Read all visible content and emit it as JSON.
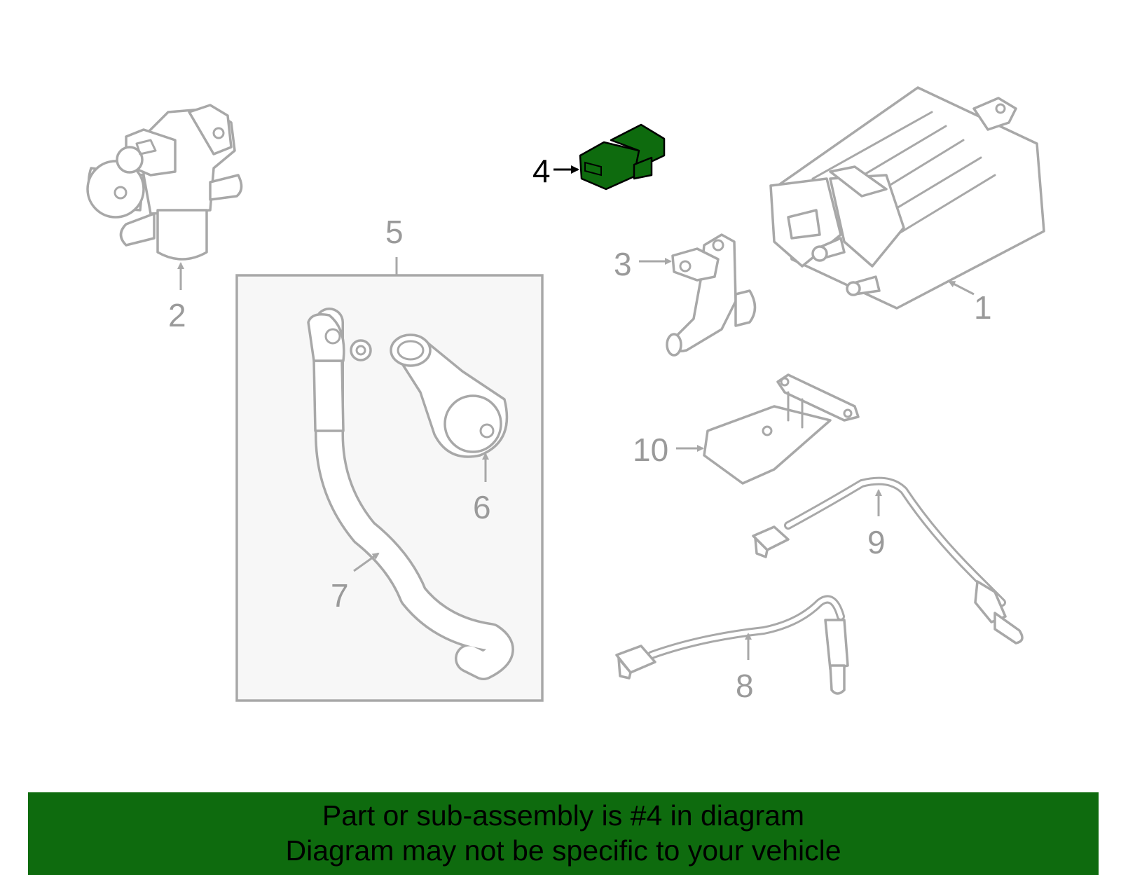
{
  "callouts": {
    "c1": "1",
    "c2": "2",
    "c3": "3",
    "c4": "4",
    "c5": "5",
    "c6": "6",
    "c7": "7",
    "c8": "8",
    "c9": "9",
    "c10": "10"
  },
  "highlight": {
    "part_number": "4",
    "color": "#0e6b0e"
  },
  "banner": {
    "line1": "Part or sub-assembly is #4 in diagram",
    "line2": "Diagram may not be specific to your vehicle",
    "background": "#0e6b0e"
  }
}
